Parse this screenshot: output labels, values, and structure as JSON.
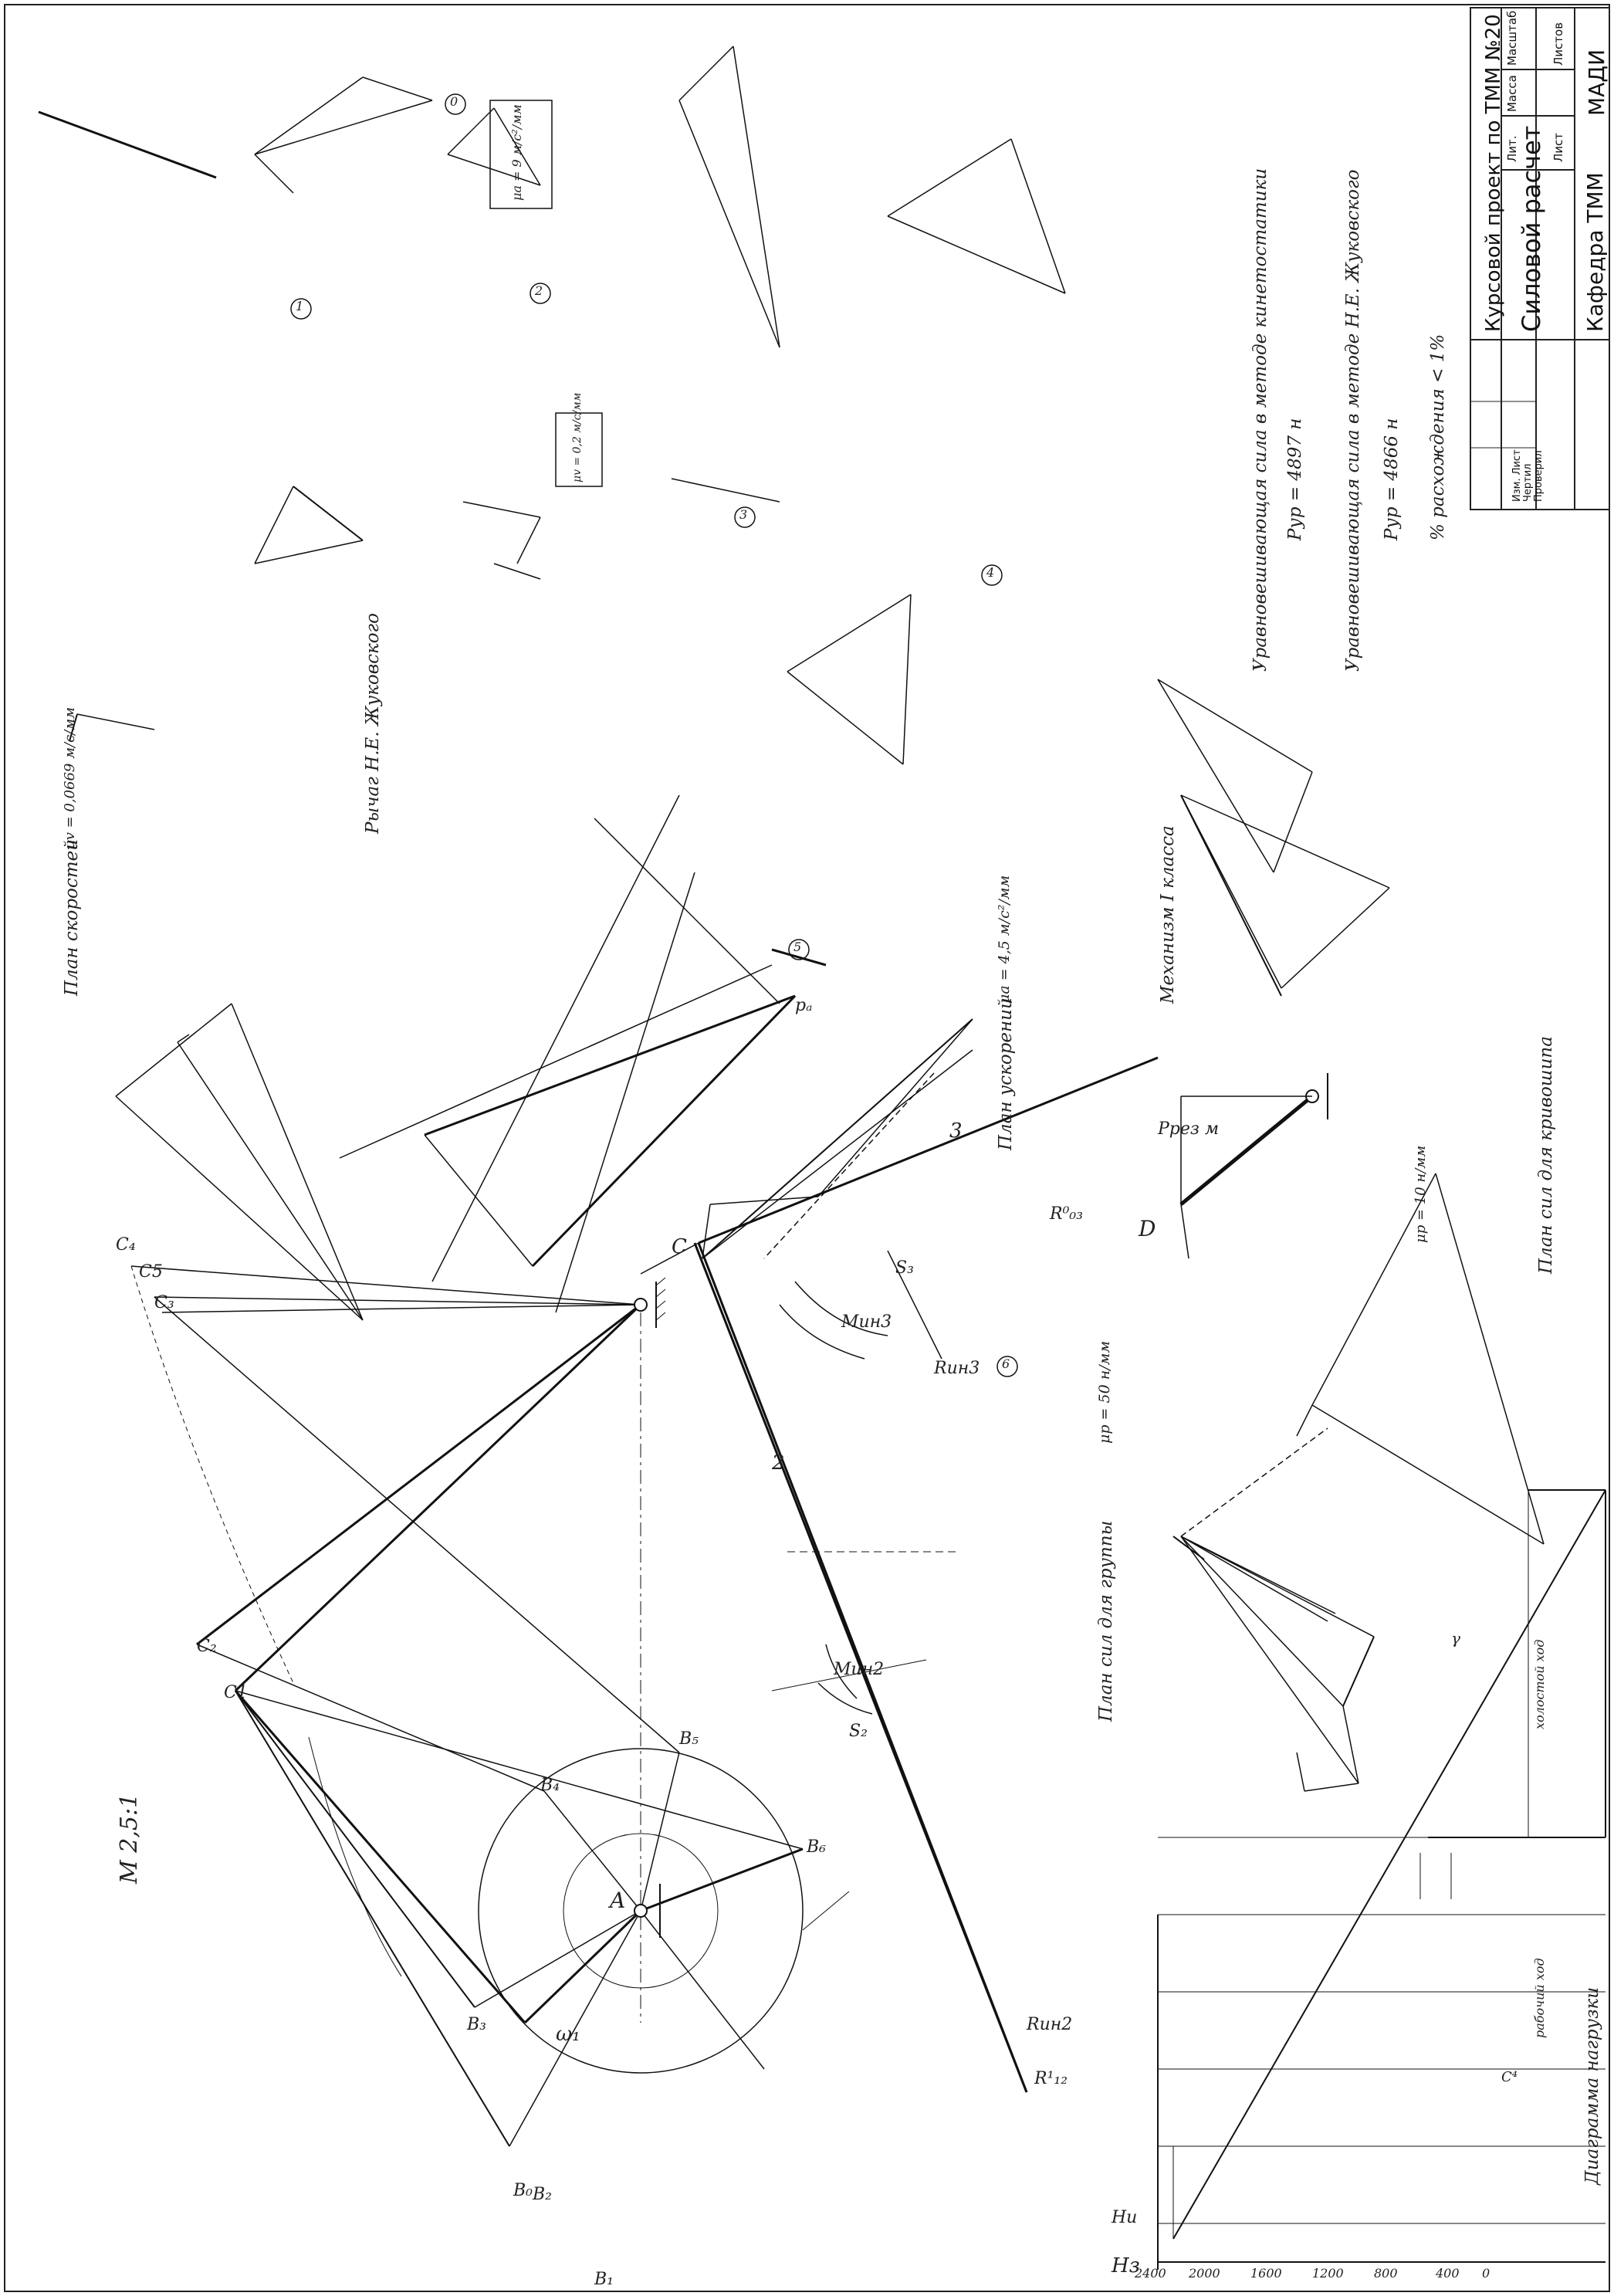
{
  "title_block": {
    "project": "Курсовой проект по ТММ №20",
    "sheet_title": "Силовой расчет",
    "department": "Кафедра ТММ",
    "institute": "МАДИ",
    "col_lit": "Лит.",
    "col_mass": "Масса",
    "col_scale": "Масштаб",
    "col_sheet": "Лист",
    "col_sheets": "Листов",
    "row_changed": "Изм. Лист",
    "row_drawn": "Чертил",
    "row_checked": "Проверил"
  },
  "notes": {
    "zhukovsky_force": "Уравновешивающая сила в методе Н.Е. Жуковского",
    "zhukovsky_value": "Pур = 4866 н",
    "kinetostatic_force": "Уравновешивающая сила в методе кинетостатики",
    "kinetostatic_value": "Pур = 4897 н",
    "discrepancy": "% расхождения < 1%"
  },
  "headings": {
    "scale": "M 2,5:1",
    "velocity_plan": "План скоростей",
    "velocity_scale": "μv = 0,0669 м/с/мм",
    "zhukovsky_lever": "Рычаг Н.Е. Жуковского",
    "acceleration_plan": "План ускорений",
    "acceleration_scale": "μa = 4,5 м/с²/мм",
    "mechanism_class": "Механизм I класса",
    "force_plan_group": "План сил для группы",
    "force_scale": "μp = 50 н/мм",
    "force_plan_crank": "План сил для кривошипа",
    "crank_scale": "μp = 10 н/мм",
    "load_diagram": "Диаграмма нагрузки",
    "small_velocity_scale": "μv = 0,2 м/с/мм",
    "small_accel_scale": "μa = 9 м/с²/мм"
  },
  "position_numbers": [
    "0",
    "1",
    "2",
    "3",
    "4",
    "5",
    "6"
  ],
  "mechanism_labels": {
    "A": "A",
    "D": "D",
    "C": "C",
    "B0": "B₀",
    "B1": "B₁",
    "B2": "B₂",
    "B3": "B₃",
    "B4": "B₄",
    "B5": "B₅",
    "B6": "B₆",
    "C1": "C1",
    "C2": "C₂",
    "C3": "C₃",
    "C5": "C5",
    "C4": "C₄",
    "omega1": "ω₁",
    "link2": "2",
    "link3": "3",
    "pA": "pₐ",
    "Rin2": "Rин2",
    "Rin3": "Rин3",
    "Min2": "Mин2",
    "Min3": "Mин3",
    "R03": "R⁰₀₃",
    "R12": "R¹₁₂",
    "S2": "S₂",
    "S3": "S₃",
    "Pres": "Pрез м"
  },
  "diagram": {
    "axis_label_left": "Hз",
    "axis_label_right": "Hи",
    "y_ticks": [
      "0",
      "400",
      "800",
      "1200",
      "1600",
      "2000",
      "2400"
    ],
    "work_stroke": "рабочий ход",
    "idle_stroke": "холостой ход",
    "point_c4": "C⁴",
    "x_arrow": "γ"
  }
}
